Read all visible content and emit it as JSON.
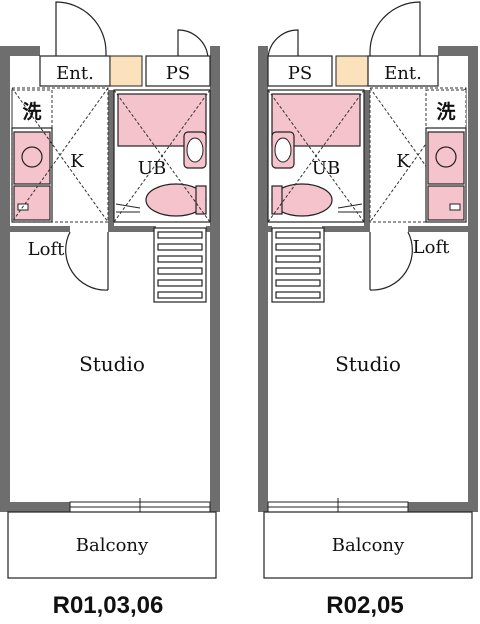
{
  "colors": {
    "wall": "#6e6e6e",
    "fixture": "#f4c3cc",
    "fixture_stroke": "#222222",
    "ps_box": "#fbe2bd",
    "dash": "#333333"
  },
  "plans": [
    {
      "unit_label": "R01,03,06",
      "entrance": "Ent.",
      "pipe_space": "PS",
      "washer": "洗",
      "kitchen": "K",
      "bath": "UB",
      "loft": "Loft",
      "room": "Studio",
      "balcony": "Balcony"
    },
    {
      "unit_label": "R02,05",
      "entrance": "Ent.",
      "pipe_space": "PS",
      "washer": "洗",
      "kitchen": "K",
      "bath": "UB",
      "loft": "Loft",
      "room": "Studio",
      "balcony": "Balcony"
    }
  ]
}
